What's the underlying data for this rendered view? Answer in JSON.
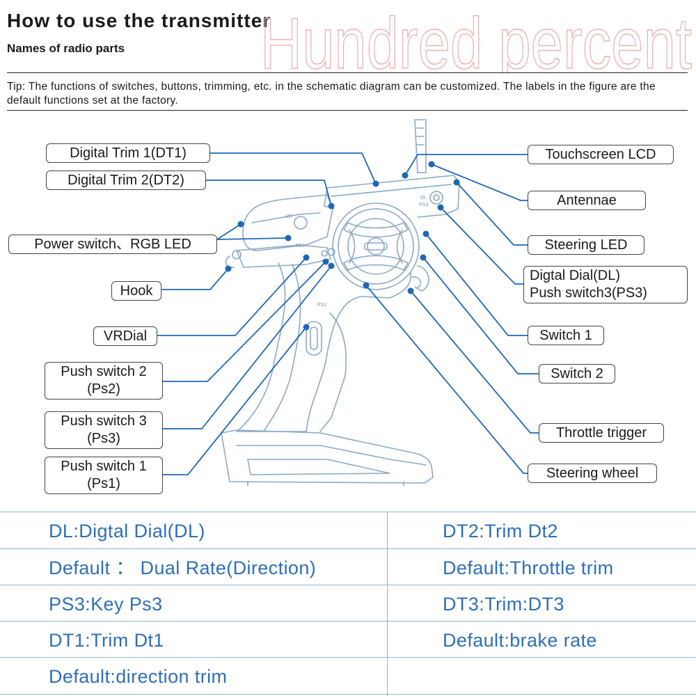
{
  "header": {
    "title": "How to use the transmitter",
    "subtitle": "Names of radio parts",
    "watermark": "Hundred percent"
  },
  "tip": "Tip: The functions of switches, buttons, trimming, etc. in the schematic diagram can be customized. The labels in the figure are the default functions set at the factory.",
  "device_marks": {
    "vr": "VR",
    "ps2": "PS2",
    "ps1": "PS1",
    "dl": "DL",
    "ps3": "PS3"
  },
  "labels": {
    "dt1": "Digital Trim 1(DT1)",
    "dt2": "Digital Trim 2(DT2)",
    "power": "Power switch、RGB LED",
    "hook": "Hook",
    "vrdial": "VRDial",
    "ps2_line1": "Push switch 2",
    "ps2_line2": "(Ps2)",
    "ps3_line1": "Push switch 3",
    "ps3_line2": "(Ps3)",
    "ps1_line1": "Push switch 1",
    "ps1_line2": "(Ps1)",
    "lcd": "Touchscreen LCD",
    "antennae": "Antennae",
    "steering_led": "Steering LED",
    "dl_line1": "Digtal Dial(DL)",
    "dl_line2": "Push switch3(PS3)",
    "switch1": "Switch 1",
    "switch2": "Switch 2",
    "throttle": "Throttle trigger",
    "wheel": "Steering wheel"
  },
  "table": {
    "left": [
      "DL:Digtal Dial(DL)",
      "Default ： Dual Rate(Direction)",
      "PS3:Key Ps3",
      "DT1:Trim Dt1",
      "Default:direction trim"
    ],
    "right": [
      "DT2:Trim Dt2",
      "Default:Throttle trim",
      "DT3:Trim:DT3",
      "Default:brake rate"
    ]
  },
  "colors": {
    "text": "#1a1a1a",
    "leader_line": "#1f66b5",
    "table_text": "#2f6fb8",
    "table_grid": "#8fb3d6",
    "device_outline": "#8aa9c6",
    "watermark": "#f0c8c8"
  }
}
